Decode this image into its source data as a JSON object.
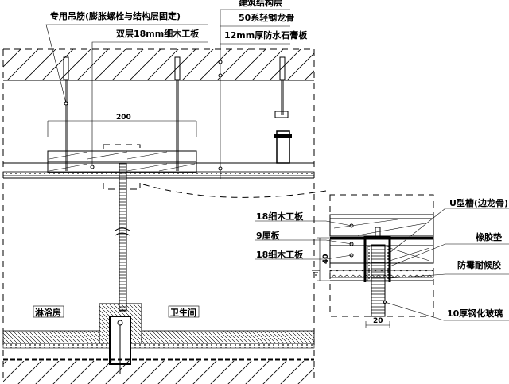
{
  "main_section": {
    "labels": {
      "structure_layer": "建筑结构层",
      "hanger_rod": "专用吊筋(膨胀螺栓与结构层固定)",
      "double_blockboard": "双层18mm细木工板",
      "light_steel_keel": "50系轻钢龙骨",
      "gypsum_board": "12mm厚防水石膏板",
      "shower_room": "淋浴房",
      "bathroom": "卫生间"
    },
    "dimensions": {
      "width": "200"
    }
  },
  "detail_section": {
    "labels": {
      "blockboard_top": "18细木工板",
      "plywood_9": "9厘板",
      "blockboard_bottom": "18细木工板",
      "u_channel": "U型槽(边龙骨)",
      "rubber_pad": "橡胶垫",
      "sealant": "防霉耐候胶",
      "tempered_glass": "10厚钢化玻璃"
    },
    "dimensions": {
      "channel_width": "20",
      "height": "40"
    }
  }
}
